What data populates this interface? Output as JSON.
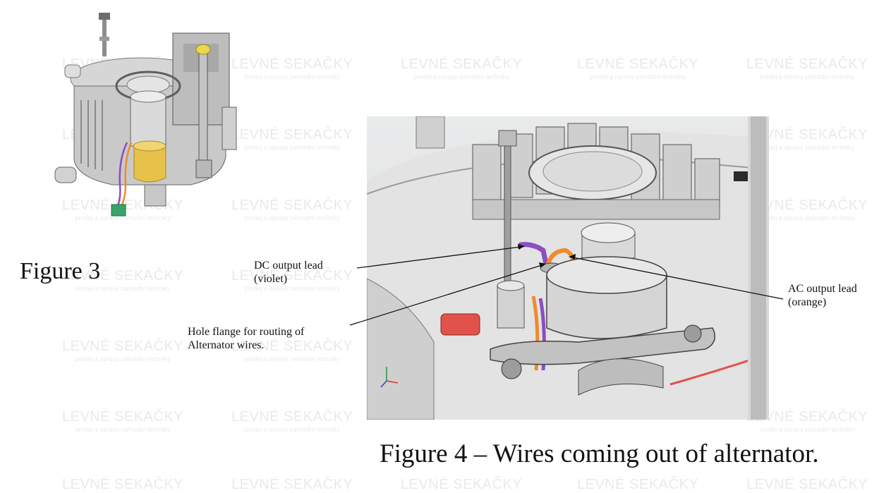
{
  "watermark": {
    "text": "LEVNÉ SEKAČKY",
    "subtext": "prodej a opravy zahradní techniky"
  },
  "figure3": {
    "caption": "Figure 3"
  },
  "figure4": {
    "caption": "Figure 4 – Wires coming out of alternator.",
    "callouts": {
      "dc_lead": {
        "line1": "DC output lead",
        "line2": "(violet)"
      },
      "hole_flange": {
        "line1": "Hole flange for routing of",
        "line2": "Alternator wires."
      },
      "ac_lead": {
        "line1": "AC output lead",
        "line2": "(orange)"
      }
    }
  },
  "colors": {
    "violet_wire": "#8a4fc0",
    "orange_wire": "#f08a2c",
    "yellow_part": "#e6c24a",
    "green_connector": "#3aa36a",
    "red_part": "#e0524a"
  }
}
